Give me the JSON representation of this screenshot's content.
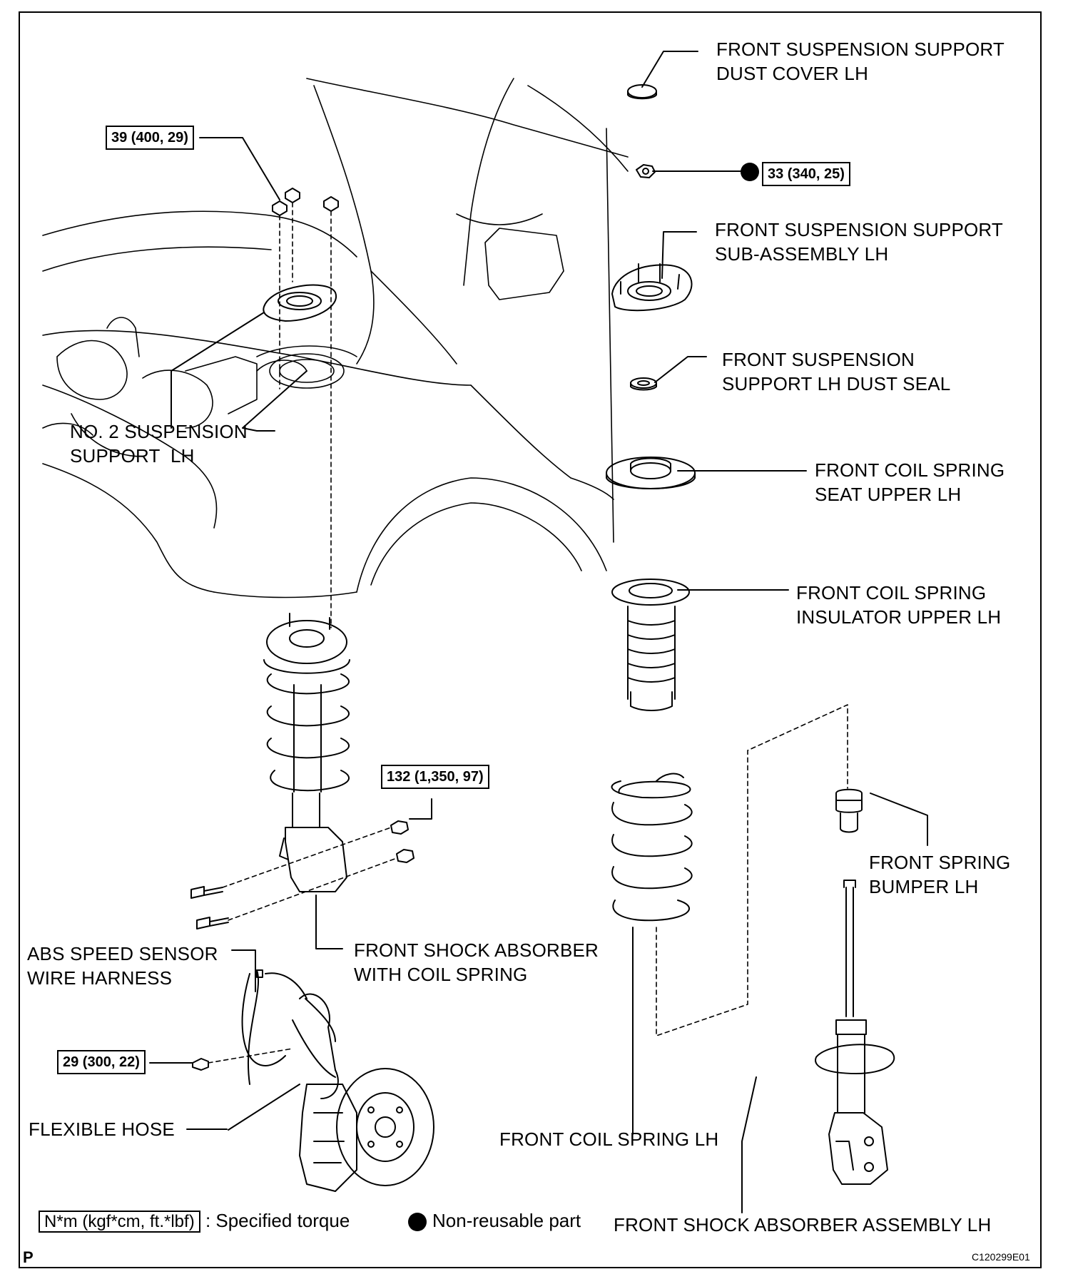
{
  "labels": {
    "dust_cover": "FRONT SUSPENSION SUPPORT\nDUST COVER LH",
    "support_sub": "FRONT SUSPENSION SUPPORT\nSUB-ASSEMBLY LH",
    "dust_seal": "FRONT SUSPENSION\nSUPPORT LH DUST SEAL",
    "spring_seat": "FRONT COIL SPRING\nSEAT UPPER LH",
    "insulator": "FRONT COIL SPRING\nINSULATOR UPPER LH",
    "spring_bumper": "FRONT SPRING\nBUMPER LH",
    "coil_spring": "FRONT COIL SPRING LH",
    "shock_assy": "FRONT SHOCK ABSORBER ASSEMBLY LH",
    "no2_support": "NO. 2 SUSPENSION\nSUPPORT  LH",
    "shock_with_spring": "FRONT SHOCK ABSORBER\nWITH COIL SPRING",
    "abs_harness": "ABS SPEED SENSOR\nWIRE HARNESS",
    "flexible_hose": "FLEXIBLE HOSE"
  },
  "torques": {
    "t1": "39 (400, 29)",
    "t2": "33 (340, 25)",
    "t3": "132 (1,350, 97)",
    "t4": "29 (300, 22)"
  },
  "legend": {
    "unit": "N*m (kgf*cm, ft.*lbf)",
    "unit_text": ": Specified torque",
    "nonreusable": "Non-reusable part"
  },
  "footer": {
    "page_letter": "P",
    "code": "C120299E01"
  }
}
